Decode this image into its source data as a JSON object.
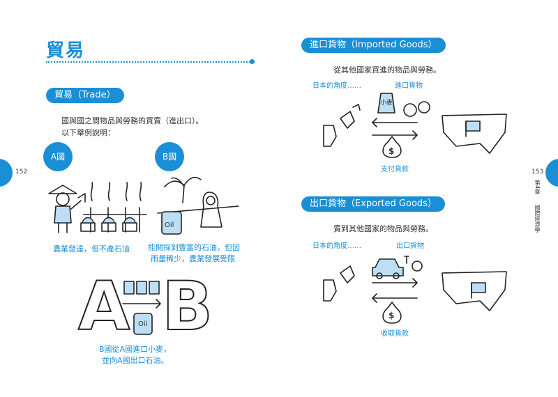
{
  "left": {
    "title": "貿易",
    "section_pill": "貿易（Trade）",
    "intro_line1": "國與國之間物品與勞務的買賣（進出口）。",
    "intro_line2": "以下舉例說明：",
    "country_a": "A國",
    "country_b": "B國",
    "caption_a": "農業發達，但不產石油",
    "caption_b_line1": "能開採到豐富的石油，但因",
    "caption_b_line2": "雨量稀少，農業發展受限",
    "oil_label_1": "Oil",
    "oil_label_2": "Oil",
    "bottom_caption_line1": "B國從A國進口小麥，",
    "bottom_caption_line2": "並向A國出口石油。",
    "big_letter_a": "A",
    "big_letter_b": "B",
    "page_number": "152"
  },
  "right": {
    "imported_pill": "進口貨物（Imported Goods）",
    "imported_desc": "從其他國家買進的物品與勞務。",
    "imported_perspective": "日本的角度……",
    "imported_goods_label": "進口貨物",
    "wheat_label": "小麥",
    "pay_label": "支付貨款",
    "exported_pill": "出口貨物（Exported Goods）",
    "exported_desc": "賣到其他國家的物品與勞務。",
    "exported_perspective": "日本的角度……",
    "exported_goods_label": "出口貨物",
    "receive_label": "收取貨款",
    "dollar_sign": "$",
    "page_number": "153",
    "chapter_vertical": "第4章",
    "subject_vertical": "國際經濟學"
  }
}
